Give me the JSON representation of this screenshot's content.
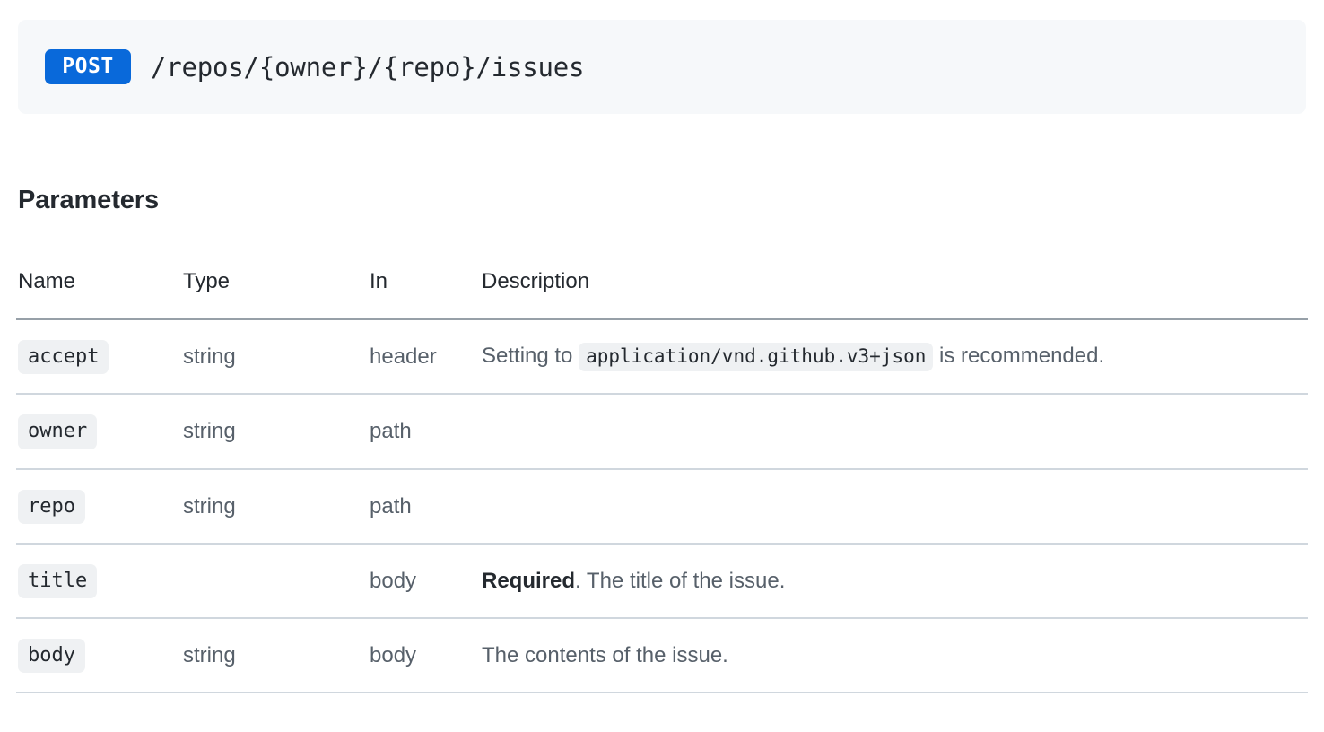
{
  "endpoint": {
    "method": "POST",
    "path": "/repos/{owner}/{repo}/issues",
    "method_color": "#0969da",
    "banner_bg": "#f6f8fa"
  },
  "parameters_section": {
    "heading": "Parameters",
    "columns": [
      "Name",
      "Type",
      "In",
      "Description"
    ],
    "rows": [
      {
        "name": "accept",
        "type": "string",
        "in": "header",
        "description_prefix": "Setting to ",
        "description_code": "application/vnd.github.v3+json",
        "description_suffix": " is recommended.",
        "required_label": "",
        "description_plain": ""
      },
      {
        "name": "owner",
        "type": "string",
        "in": "path",
        "description_prefix": "",
        "description_code": "",
        "description_suffix": "",
        "required_label": "",
        "description_plain": ""
      },
      {
        "name": "repo",
        "type": "string",
        "in": "path",
        "description_prefix": "",
        "description_code": "",
        "description_suffix": "",
        "required_label": "",
        "description_plain": ""
      },
      {
        "name": "title",
        "type": "",
        "in": "body",
        "description_prefix": "",
        "description_code": "",
        "description_suffix": "",
        "required_label": "Required",
        "description_plain": ". The title of the issue."
      },
      {
        "name": "body",
        "type": "string",
        "in": "body",
        "description_prefix": "",
        "description_code": "",
        "description_suffix": "",
        "required_label": "",
        "description_plain": "The contents of the issue."
      }
    ]
  },
  "colors": {
    "pill_bg": "#eff1f3",
    "header_rule": "#97a0a8",
    "row_rule": "#d0d7de",
    "text_primary": "#24292f",
    "text_secondary": "#57606a"
  }
}
